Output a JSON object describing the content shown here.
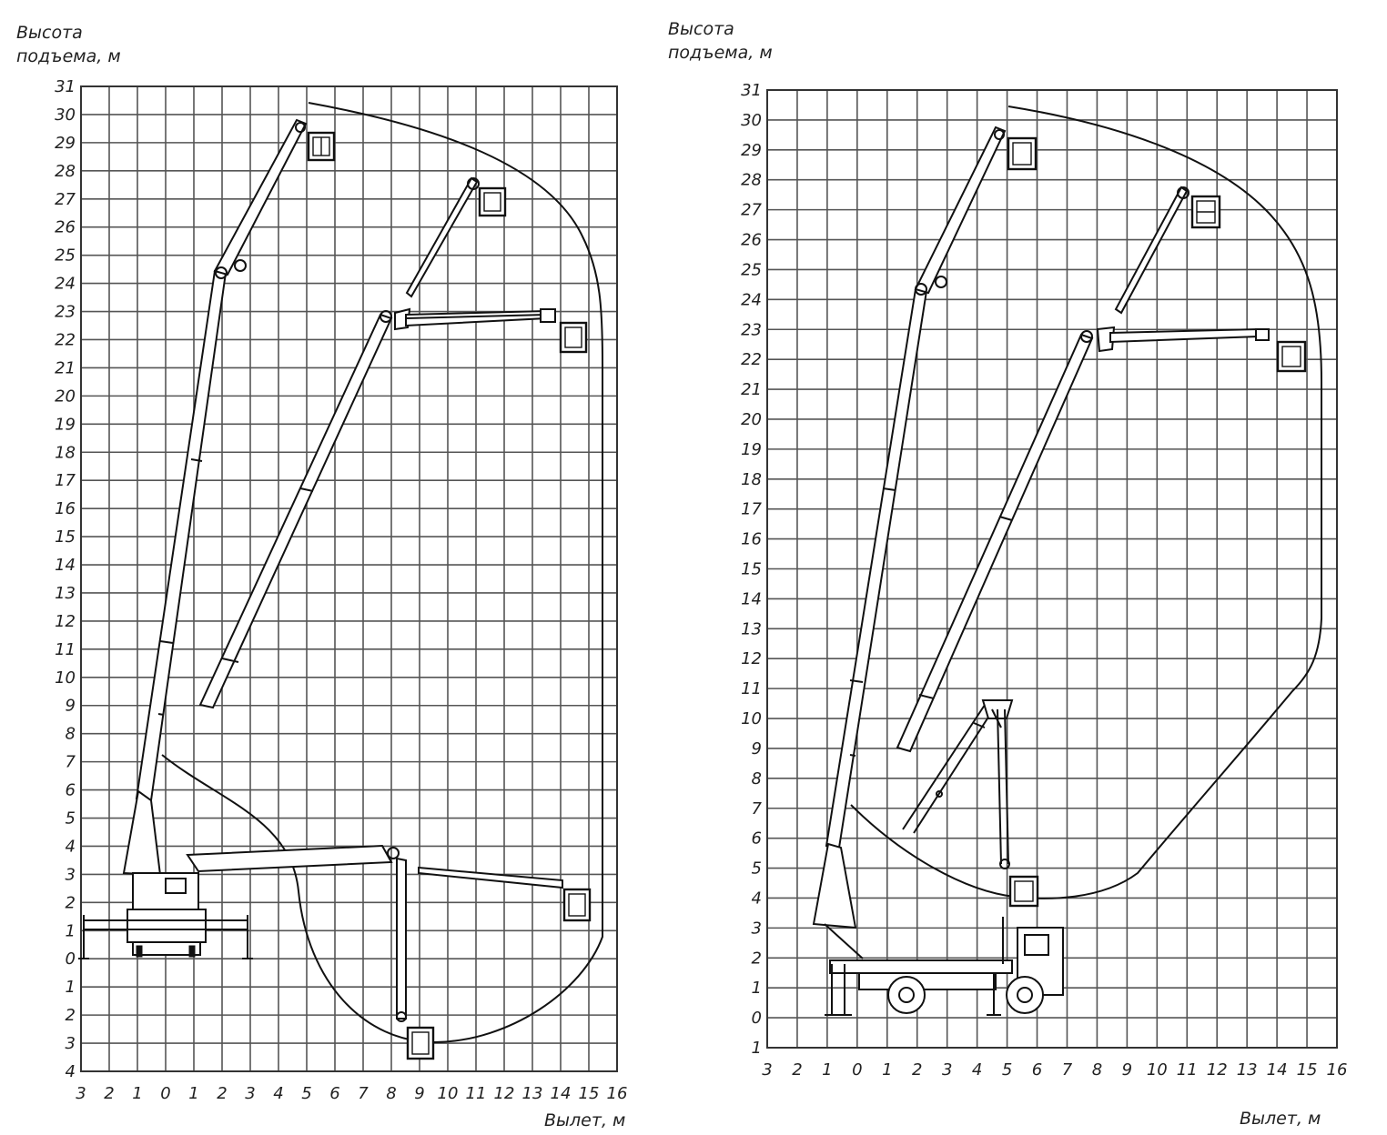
{
  "diagrams": [
    {
      "id": "left",
      "y_axis_title": [
        "Высота",
        "подъема, м"
      ],
      "x_axis_title": "Вылет, м",
      "y_ticks": [
        "31",
        "30",
        "29",
        "28",
        "27",
        "26",
        "25",
        "24",
        "23",
        "22",
        "21",
        "20",
        "19",
        "18",
        "17",
        "16",
        "15",
        "14",
        "13",
        "12",
        "11",
        "10",
        "9",
        "8",
        "7",
        "6",
        "5",
        "4",
        "3",
        "2",
        "1",
        "0",
        "1",
        "2",
        "3",
        "4"
      ],
      "x_ticks": [
        "3",
        "2",
        "1",
        "0",
        "1",
        "2",
        "3",
        "4",
        "5",
        "6",
        "7",
        "8",
        "9",
        "10",
        "11",
        "12",
        "13",
        "14",
        "15",
        "16"
      ]
    },
    {
      "id": "right",
      "y_axis_title": [
        "Высота",
        "подъема, м"
      ],
      "x_axis_title": "Вылет, м",
      "y_ticks": [
        "31",
        "30",
        "29",
        "28",
        "27",
        "26",
        "25",
        "24",
        "23",
        "22",
        "21",
        "20",
        "19",
        "18",
        "17",
        "16",
        "15",
        "14",
        "13",
        "12",
        "11",
        "10",
        "9",
        "8",
        "7",
        "6",
        "5",
        "4",
        "3",
        "2",
        "1",
        "0",
        "1"
      ],
      "x_ticks": [
        "3",
        "2",
        "1",
        "0",
        "1",
        "2",
        "3",
        "4",
        "5",
        "6",
        "7",
        "8",
        "9",
        "10",
        "11",
        "12",
        "13",
        "14",
        "15",
        "16"
      ]
    }
  ],
  "chart_data": [
    {
      "type": "diagram",
      "panel": "left",
      "xlabel": "Вылет, м",
      "ylabel": "Высота подъема, м",
      "xlim": [
        -3,
        16
      ],
      "ylim": [
        -4,
        31
      ],
      "max_height_m": 30.5,
      "max_outreach_m": 15.5,
      "min_depth_m": -3
    },
    {
      "type": "diagram",
      "panel": "right",
      "xlabel": "Вылет, м",
      "ylabel": "Высота подъема, м",
      "xlim": [
        -3,
        16
      ],
      "ylim": [
        -1,
        31
      ],
      "max_height_m": 30.5,
      "max_outreach_m": 15.5,
      "min_height_m": 4
    }
  ]
}
